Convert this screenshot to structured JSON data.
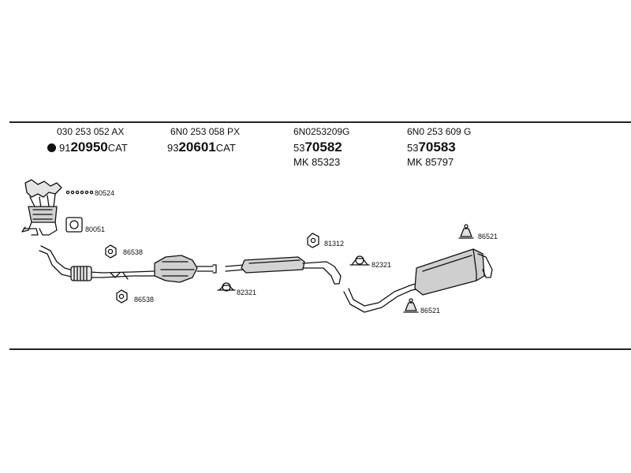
{
  "columns": [
    {
      "oem": "030 253 052 AX",
      "ref_prefix": "91",
      "ref_main": "20950",
      "ref_suffix": "CAT",
      "mk": ""
    },
    {
      "oem": "6N0 253 058 PX",
      "ref_prefix": "93",
      "ref_main": "20601",
      "ref_suffix": "CAT",
      "mk": ""
    },
    {
      "oem": "6N0253209G",
      "ref_prefix": "53",
      "ref_main": "70582",
      "ref_suffix": "",
      "mk": "MK  85323"
    },
    {
      "oem": "6N0 253 609 G",
      "ref_prefix": "53",
      "ref_main": "70583",
      "ref_suffix": "",
      "mk": "MK  85797"
    }
  ],
  "parts": {
    "bolts": "80524",
    "gasket": "80051",
    "ring_upper": "86538",
    "ring_lower": "86538",
    "clamp_mid": "82321",
    "ring_mid": "81312",
    "clamp_right": "82321",
    "hanger_top": "86521",
    "hanger_bottom": "86521"
  },
  "colors": {
    "ink": "#111111",
    "fill": "#d9d9d9"
  }
}
